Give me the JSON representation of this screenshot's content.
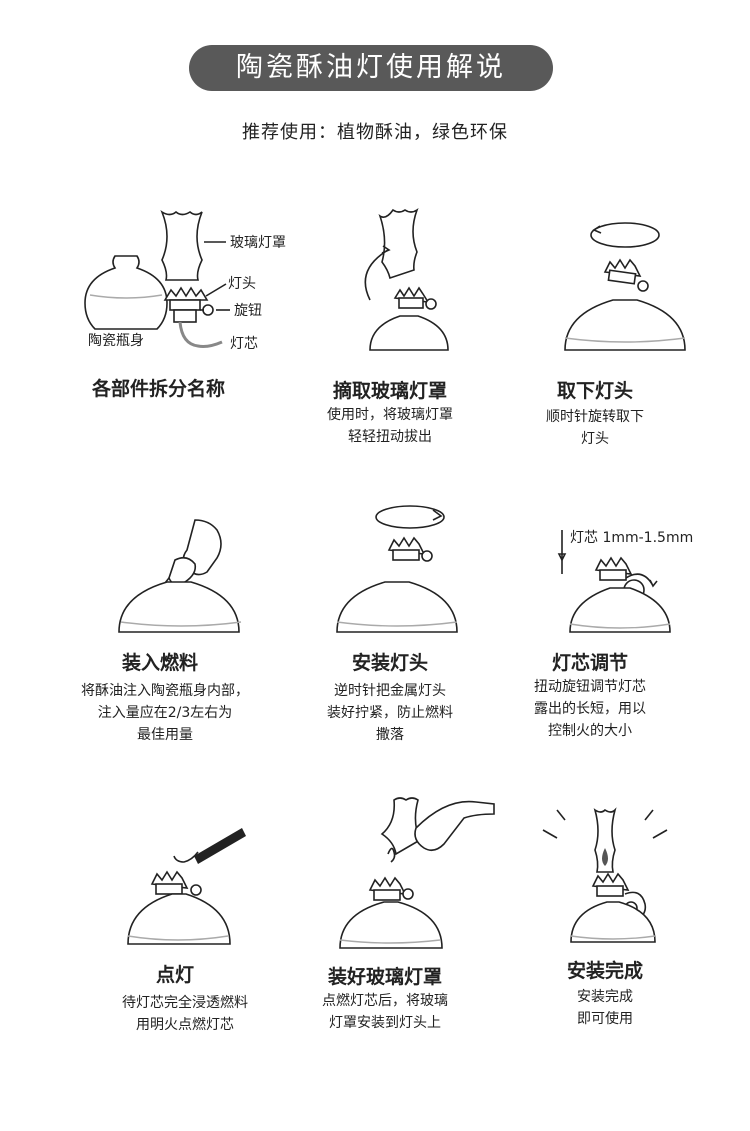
{
  "title": "陶瓷酥油灯使用解说",
  "subtitle": "推荐使用：植物酥油，绿色环保",
  "parts": {
    "glass_cover": "玻璃灯罩",
    "lamp_head": "灯头",
    "knob": "旋钮",
    "wick": "灯芯",
    "bottle": "陶瓷瓶身"
  },
  "wick_length_label": "灯芯 1mm-1.5mm",
  "steps": [
    {
      "title": "各部件拆分名称",
      "desc": []
    },
    {
      "title": "摘取玻璃灯罩",
      "desc": [
        "使用时，将玻璃灯罩",
        "轻轻扭动拔出"
      ]
    },
    {
      "title": "取下灯头",
      "desc": [
        "顺时针旋转取下",
        "灯头"
      ]
    },
    {
      "title": "装入燃料",
      "desc": [
        "将酥油注入陶瓷瓶身内部，",
        "注入量应在2/3左右为",
        "最佳用量"
      ]
    },
    {
      "title": "安装灯头",
      "desc": [
        "逆时针把金属灯头",
        "装好拧紧，防止燃料",
        "撒落"
      ]
    },
    {
      "title": "灯芯调节",
      "desc": [
        "扭动旋钮调节灯芯",
        "露出的长短，用以",
        "控制火的大小"
      ]
    },
    {
      "title": "点灯",
      "desc": [
        "待灯芯完全浸透燃料",
        "用明火点燃灯芯"
      ]
    },
    {
      "title": "装好玻璃灯罩",
      "desc": [
        "点燃灯芯后，将玻璃",
        "灯罩安装到灯头上"
      ]
    },
    {
      "title": "安装完成",
      "desc": [
        "安装完成",
        "即可使用"
      ]
    }
  ]
}
